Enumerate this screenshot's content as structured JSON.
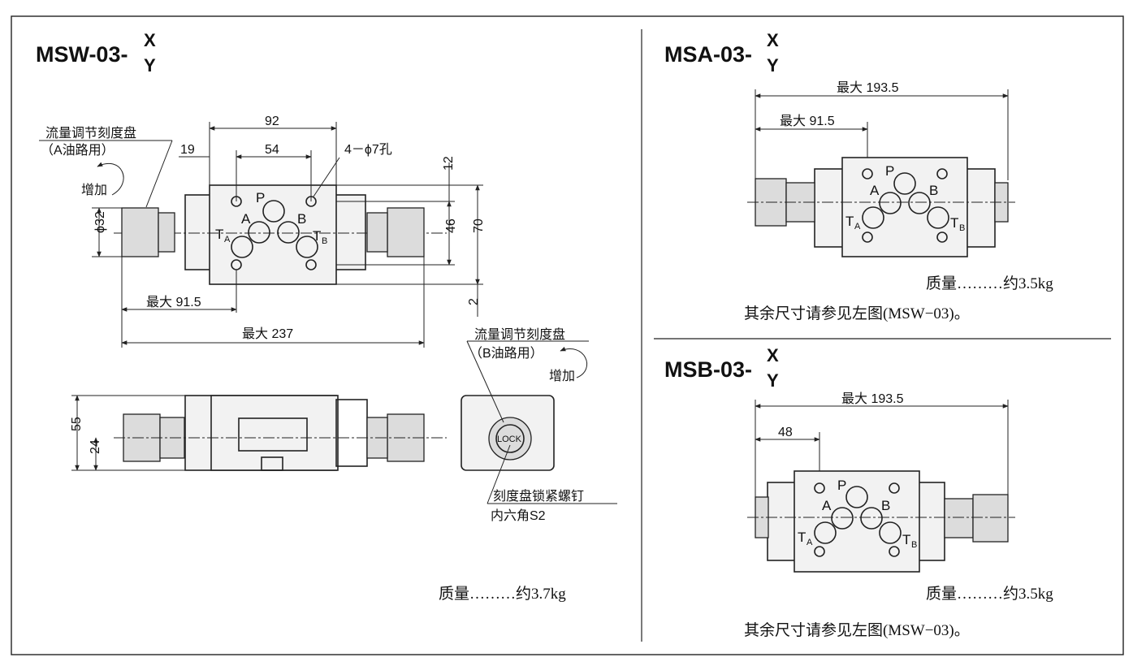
{
  "msw": {
    "title": "MSW-03-",
    "x": "X",
    "y": "Y",
    "flow_dial_label": "流量调节刻度盘",
    "flow_dial_a": "（A油路用）",
    "increase": "增加",
    "dim_92": "92",
    "dim_19": "19",
    "dim_54": "54",
    "holes": "4－ϕ7孔",
    "dim_12": "12",
    "dim_46": "46",
    "dim_70": "70",
    "dim_phi32": "ϕ32",
    "dim_2": "2",
    "max_915": "最大 91.5",
    "max_237": "最大 237",
    "port_p": "P",
    "port_a": "A",
    "port_b": "B",
    "port_t": "T",
    "sub_a": "A",
    "sub_b": "B",
    "dim_55": "55",
    "dim_24": "24",
    "flow_dial_b_label": "流量调节刻度盘",
    "flow_dial_b": "（B油路用）",
    "increase_b": "增加",
    "lock": "LOCK",
    "lock_screw": "刻度盘锁紧螺钉",
    "hex_s2": "内六角S2",
    "weight": "质量………约3.7kg"
  },
  "msa": {
    "title": "MSA-03-",
    "x": "X",
    "y": "Y",
    "max_1935": "最大 193.5",
    "max_915": "最大 91.5",
    "weight": "质量………约3.5kg",
    "note": "其余尺寸请参见左图(MSW−03)。"
  },
  "msb": {
    "title": "MSB-03-",
    "x": "X",
    "y": "Y",
    "max_1935": "最大 193.5",
    "dim_48": "48",
    "weight": "质量………约3.5kg",
    "note": "其余尺寸请参见左图(MSW−03)。"
  }
}
